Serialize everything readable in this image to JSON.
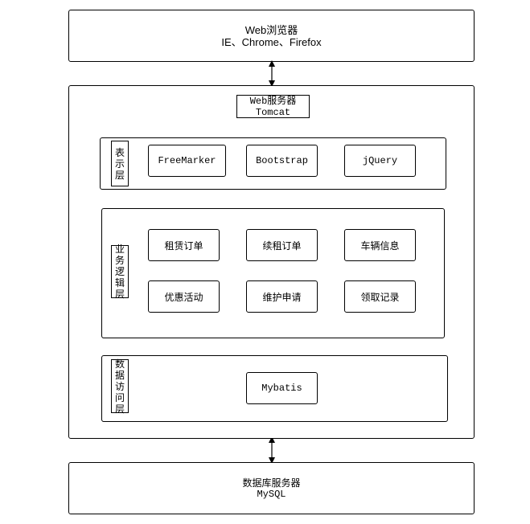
{
  "browser": {
    "line1": "Web浏览器",
    "line2": "IE、Chrome、Firefox"
  },
  "web_server": {
    "title": "Web服务器",
    "subtitle": "Tomcat",
    "presentation_layer": {
      "label": "表示层",
      "items": [
        "FreeMarker",
        "Bootstrap",
        "jQuery"
      ]
    },
    "business_layer": {
      "label": "业务逻辑层",
      "items": [
        "租赁订单",
        "续租订单",
        "车辆信息",
        "优惠活动",
        "维护申请",
        "领取记录"
      ]
    },
    "data_access_layer": {
      "label": "数据访问层",
      "items": [
        "Mybatis"
      ]
    }
  },
  "db_server": {
    "line1": "数据库服务器",
    "line2": "MySQL"
  }
}
